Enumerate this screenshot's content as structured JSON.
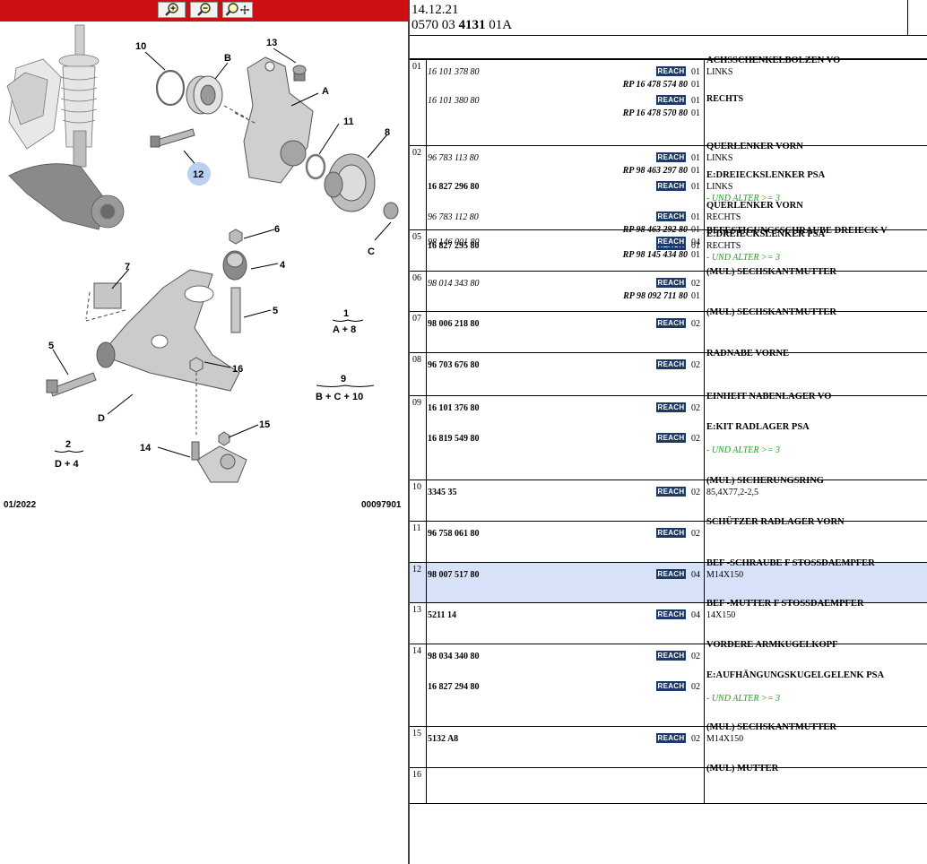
{
  "toolbar": {
    "zoom_in": "zoom-in",
    "zoom_out": "zoom-out",
    "zoom_fit": "zoom-fit"
  },
  "diagram": {
    "callouts": [
      "10",
      "B",
      "13",
      "A",
      "11",
      "8",
      "12",
      "C",
      "6",
      "4",
      "7",
      "5",
      "1",
      "A + 8",
      "5",
      "16",
      "9",
      "B + C + 10",
      "D",
      "15",
      "14",
      "2",
      "D + 4"
    ],
    "date": "01/2022",
    "ref": "00097901"
  },
  "header": {
    "date": "14.12.21",
    "code_prefix": "0570 03 ",
    "code_bold": "4131",
    "code_suffix": " 01A"
  },
  "reach_label": "REACH",
  "groups": [
    {
      "pos": "01",
      "lines": [
        {
          "pn": "16 101 378 80",
          "style": "it",
          "qty": "01",
          "desc": "ACHSSCHENKELBOLZEN VO",
          "sub": "LINKS"
        },
        {
          "rp": "RP 16 478 574 80",
          "qty": "01"
        },
        {
          "pn": "16 101 380 80",
          "style": "it",
          "qty": "01",
          "sub": "RECHTS"
        },
        {
          "rp": "RP 16 478 570 80",
          "qty": "01"
        }
      ]
    },
    {
      "pos": "02",
      "lines": [
        {
          "pn": "96 783 113 80",
          "style": "it",
          "qty": "01",
          "desc": "QUERLENKER VORN",
          "sub": "LINKS"
        },
        {
          "rp": "RP 98 463 297 80",
          "qty": "01"
        },
        {
          "pn": "16 827 296 80",
          "style": "bd",
          "qty": "01",
          "desc": "E:DREIECKSLENKER PSA",
          "sub": "LINKS",
          "cond": "- UND ALTER >= 3"
        },
        {
          "pn": "96 783 112 80",
          "style": "it",
          "qty": "01",
          "desc": "QUERLENKER VORN",
          "sub": "RECHTS"
        },
        {
          "rp": "RP 98 463 292 80",
          "qty": "01"
        },
        {
          "pn": "16 827 295 80",
          "style": "bd",
          "qty": "01",
          "desc": "E:DREIECKSLENKER PSA",
          "sub": "RECHTS",
          "cond": "- UND ALTER >= 3"
        }
      ]
    },
    {
      "pos": "05",
      "lines": [
        {
          "pn": "98 146 001 80",
          "style": "it",
          "qty": "04",
          "desc": "BEFESTIGUNGSSCHRAUBE DREIECK V"
        },
        {
          "rp": "RP 98 145 434 80",
          "qty": "01"
        }
      ]
    },
    {
      "pos": "06",
      "lines": [
        {
          "pn": "98 014 343 80",
          "style": "it",
          "qty": "02",
          "desc": "(MUL) SECHSKANTMUTTER"
        },
        {
          "rp": "RP 98 092 711 80",
          "qty": "01"
        }
      ]
    },
    {
      "pos": "07",
      "lines": [
        {
          "pn": "98 006 218 80",
          "style": "bd",
          "qty": "02",
          "desc": "(MUL) SECHSKANTMUTTER"
        }
      ]
    },
    {
      "pos": "08",
      "lines": [
        {
          "pn": "96 703 676 80",
          "style": "bd",
          "qty": "02",
          "desc": "RADNABE VORNE"
        }
      ]
    },
    {
      "pos": "09",
      "lines": [
        {
          "pn": "16 101 376 80",
          "style": "bd",
          "qty": "02",
          "desc": "EINHEIT NABENLAGER VO"
        },
        {
          "pn": "16 819 549 80",
          "style": "bd",
          "qty": "02",
          "desc": "E:KIT RADLAGER PSA",
          "cond": "- UND ALTER >= 3"
        }
      ]
    },
    {
      "pos": "10",
      "lines": [
        {
          "pn": "3345 35",
          "style": "bd",
          "qty": "02",
          "desc": "(MUL) SICHERUNGSRING",
          "sub": "85,4X77,2-2,5"
        }
      ]
    },
    {
      "pos": "11",
      "lines": [
        {
          "pn": "96 758 061 80",
          "style": "bd",
          "qty": "02",
          "desc": "SCHÜTZER RADLAGER VORN"
        }
      ]
    },
    {
      "pos": "12",
      "selected": true,
      "lines": [
        {
          "pn": "98 007 517 80",
          "style": "bd",
          "qty": "04",
          "desc": "BEF -SCHRAUBE F STOSSDAEMPFER",
          "sub": "M14X150"
        }
      ]
    },
    {
      "pos": "13",
      "lines": [
        {
          "pn": "5211 14",
          "style": "bd",
          "qty": "04",
          "desc": "BEF -MUTTER F STOSSDAEMPFER",
          "sub": "14X150"
        }
      ]
    },
    {
      "pos": "14",
      "lines": [
        {
          "pn": "98 034 340 80",
          "style": "bd",
          "qty": "02",
          "desc": "VORDERE ARMKUGELKOPF"
        },
        {
          "pn": "16 827 294 80",
          "style": "bd",
          "qty": "02",
          "desc": "E:AUFHÄNGUNGSKUGELGELENK PSA",
          "cond": "- UND ALTER >= 3"
        }
      ]
    },
    {
      "pos": "15",
      "lines": [
        {
          "pn": "5132 A8",
          "style": "bd",
          "qty": "02",
          "desc": "(MUL) SECHSKANTMUTTER",
          "sub": "M14X150"
        }
      ]
    },
    {
      "pos": "16",
      "lines": [
        {
          "desc": "(MUL) MUTTER"
        }
      ]
    }
  ],
  "colors": {
    "toolbar": "#cc0f12",
    "reach_bg": "#1c3968",
    "selected_row": "#d7e2f8",
    "condition_text": "#1fa31f",
    "callout_12_bg": "#b9d0f3"
  }
}
